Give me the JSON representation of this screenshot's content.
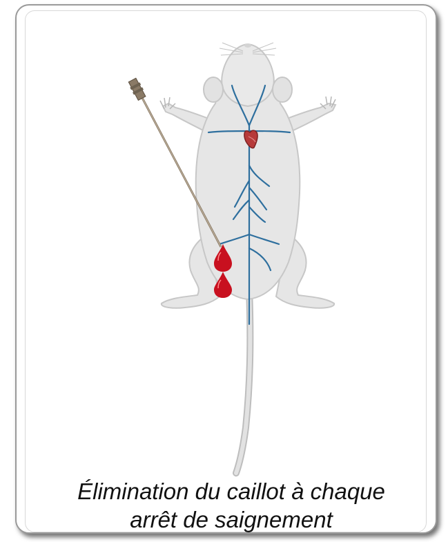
{
  "caption": {
    "line1": "Élimination du caillot à chaque",
    "line2": "arrêt de saignement"
  },
  "illustration": {
    "subject": "mouse-ventral-view",
    "elements": [
      "needle-icon",
      "heart-icon",
      "blood-vessels",
      "blood-drop-icon",
      "blood-drop-icon"
    ]
  },
  "colors": {
    "body": "#e6e6e6",
    "body_outline": "#c7c7c7",
    "vessel": "#2e6f9e",
    "blood": "#c8101f",
    "heart": "#b73a3a",
    "needle": "#8a7a66",
    "frame_border": "#9a9a9a"
  }
}
